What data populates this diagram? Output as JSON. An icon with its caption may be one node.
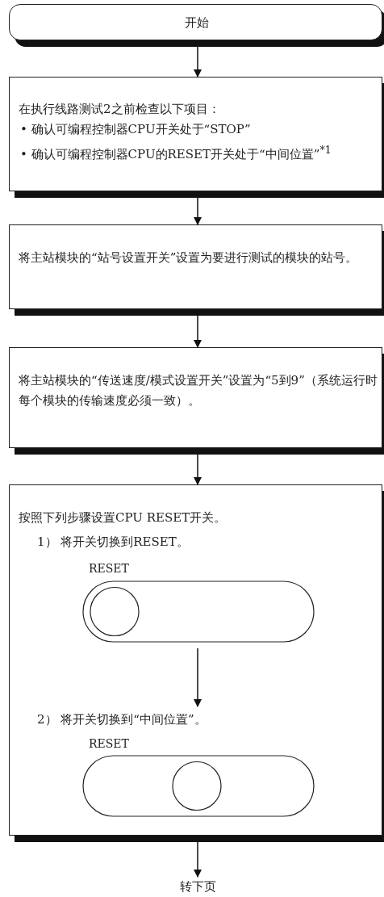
{
  "diagram": {
    "nodes": [
      {
        "text": [
          "开始"
        ]
      },
      {
        "text": [
          "在执行线路测试2之前检查以下项目：",
          "• 确认可编程控制器CPU开关处于“STOP”",
          "• 确认可编程控制器CPU的RESET开关处于“中间位置”$^{*1}$"
        ]
      },
      {
        "text": [
          "将主站模块的“站号设置开关”设置为要进行测试的模块的站号。"
        ]
      },
      {
        "text": [
          "将主站模块的“传送速度/模式设置开关”设置为“5到9”（系统运行时每个模块的传输速度必须一致）。"
        ]
      },
      {
        "text": [
          "按照下列步骤设置CPU RESET开关。"
        ]
      },
      {
        "text": [
          "1） 将开关切换到RESET。",
          "RESET"
        ],
        "in": 4
      },
      {
        "text": [
          "2） 将开关切换到“中间位置”。",
          "RESET"
        ],
        "in": 4
      },
      {
        "text": [
          "转下页"
        ]
      }
    ],
    "edges": [
      {
        "from": 0,
        "to": 1,
        "arrow": "to"
      },
      {
        "from": 1,
        "to": 2,
        "arrow": "to"
      },
      {
        "from": 2,
        "to": 3,
        "arrow": "to"
      },
      {
        "from": 3,
        "to": 4,
        "arrow": "to"
      },
      {
        "from": 5,
        "to": 6,
        "arrow": "to"
      },
      {
        "from": 4,
        "to": 7,
        "arrow": "to"
      }
    ]
  }
}
